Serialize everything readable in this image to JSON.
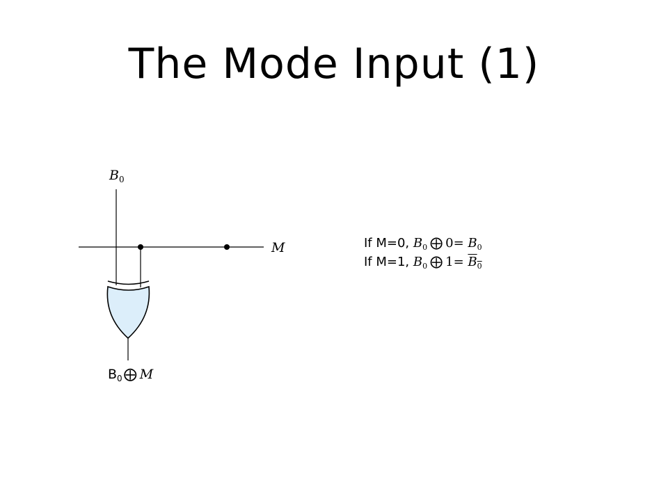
{
  "slide": {
    "title": "The Mode Input (1)"
  },
  "circuit": {
    "input_label": "B",
    "input_subscript": "0",
    "control_label": "M",
    "output": {
      "var": "B",
      "subscript": "0",
      "operator": "⨁",
      "operand": "M"
    }
  },
  "equations": [
    {
      "prefix": "If M=0,",
      "var": "B",
      "subscript": "0",
      "operator": "⨁",
      "operand": "0",
      "equals": "=",
      "result_var": "B",
      "result_subscript": "0"
    },
    {
      "prefix": "If M=1,",
      "var": "B",
      "subscript": "0",
      "operator": "⨁",
      "operand": "1",
      "equals": "=",
      "result_var": "B",
      "result_subscript": "0"
    }
  ],
  "colors": {
    "gate_fill": "#dceefa",
    "line": "#000000"
  }
}
